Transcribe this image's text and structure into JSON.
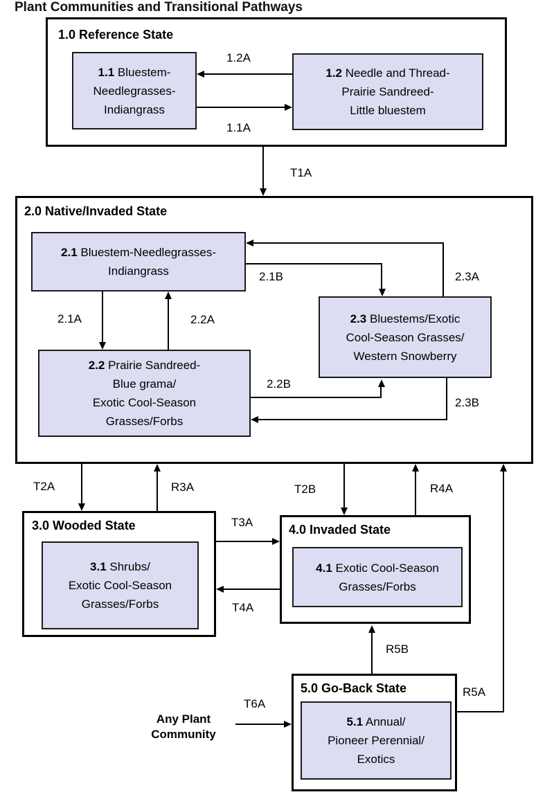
{
  "title": "Plant Communities and Transitional Pathways",
  "colors": {
    "community_fill": "#dcddf3",
    "line": "#000000"
  },
  "states": {
    "s1": "1.0 Reference State",
    "s2": "2.0 Native/Invaded State",
    "s3": "3.0 Wooded State",
    "s4": "4.0 Invaded State",
    "s5": "5.0 Go-Back State"
  },
  "communities": {
    "c11": {
      "num": "1.1",
      "rest": "Bluestem-",
      "lines": [
        "Needlegrasses-",
        "Indiangrass"
      ]
    },
    "c12": {
      "num": "1.2",
      "rest": "Needle and Thread-",
      "lines": [
        "Prairie Sandreed-",
        "Little bluestem"
      ]
    },
    "c21": {
      "num": "2.1",
      "rest": "Bluestem-Needlegrasses-",
      "lines": [
        "Indiangrass"
      ]
    },
    "c22": {
      "num": "2.2",
      "rest": "Prairie Sandreed-",
      "lines": [
        "Blue grama/",
        "Exotic Cool-Season",
        "Grasses/Forbs"
      ]
    },
    "c23": {
      "num": "2.3",
      "rest": "Bluestems/Exotic",
      "lines": [
        "Cool-Season Grasses/",
        "Western Snowberry"
      ]
    },
    "c31": {
      "num": "3.1",
      "rest": "Shrubs/",
      "lines": [
        "Exotic Cool-Season",
        "Grasses/Forbs"
      ]
    },
    "c41": {
      "num": "4.1",
      "rest": "Exotic Cool-Season",
      "lines": [
        "Grasses/Forbs"
      ]
    },
    "c51": {
      "num": "5.1",
      "rest": "Annual/",
      "lines": [
        "Pioneer Perennial/",
        "Exotics"
      ]
    }
  },
  "pathways": {
    "p12a": "1.2A",
    "p11a": "1.1A",
    "t1a": "T1A",
    "p21a": "2.1A",
    "p22a": "2.2A",
    "p21b": "2.1B",
    "p23a": "2.3A",
    "p22b": "2.2B",
    "p23b": "2.3B",
    "t2a": "T2A",
    "r3a": "R3A",
    "t2b": "T2B",
    "r4a": "R4A",
    "t3a": "T3A",
    "t4a": "T4A",
    "r5b": "R5B",
    "r5a": "R5A",
    "t6a": "T6A"
  },
  "external_source": {
    "line1": "Any Plant",
    "line2": "Community"
  }
}
